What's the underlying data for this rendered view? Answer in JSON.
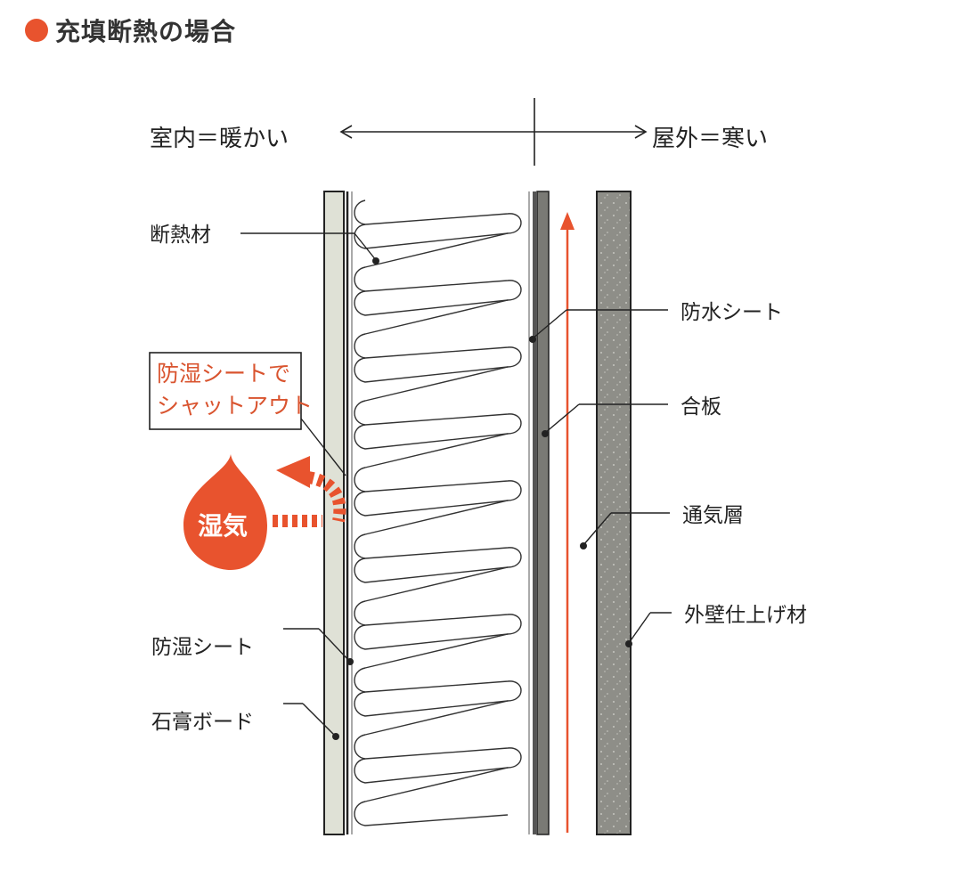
{
  "title": "充填断熱の場合",
  "direction": {
    "indoor": "室内＝暖かい",
    "outdoor": "屋外＝寒い"
  },
  "labels": {
    "insulation": "断熱材",
    "waterproof_sheet": "防水シート",
    "plywood": "合板",
    "ventilation_layer": "通気層",
    "exterior_finish": "外壁仕上げ材",
    "vapor_barrier": "防湿シート",
    "gypsum_board": "石膏ボード"
  },
  "callout": {
    "line1": "防湿シートで",
    "line2": "シャットアウト"
  },
  "moisture": "湿気",
  "colors": {
    "accent": "#e8532e",
    "callout_text": "#d9542f",
    "gypsum_fill": "#dfe1d6",
    "exterior_fill": "#8e8e88",
    "line": "#222222"
  }
}
